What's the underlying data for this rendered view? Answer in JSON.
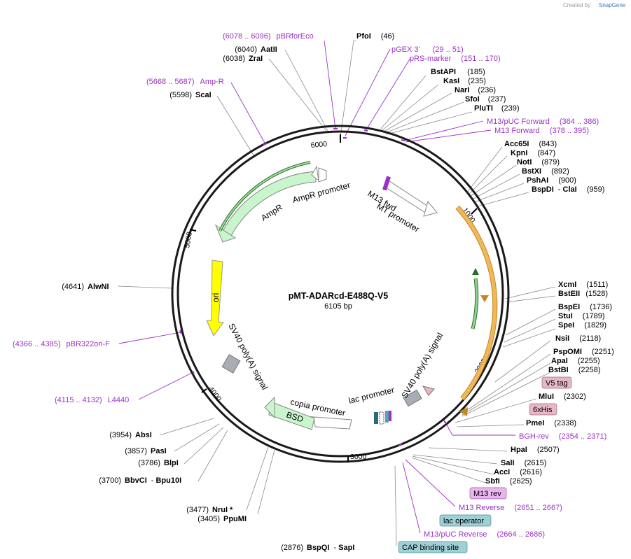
{
  "credit": {
    "created_by": "Created by",
    "brand": "SnapGene"
  },
  "map": {
    "name": "pMT-ADARcd-E488Q-V5",
    "length_label": "6105 bp",
    "ticks": [
      "6000",
      "1000",
      "2000",
      "3000",
      "4000",
      "5000"
    ]
  },
  "enzymes": [
    {
      "name": "PfoI",
      "pos": "(46)"
    },
    {
      "name": "BstAPI",
      "pos": "(185)"
    },
    {
      "name": "KasI",
      "pos": "(235)"
    },
    {
      "name": "NarI",
      "pos": "(236)"
    },
    {
      "name": "SfoI",
      "pos": "(237)"
    },
    {
      "name": "PluTI",
      "pos": "(239)"
    },
    {
      "name": "Acc65I",
      "pos": "(843)"
    },
    {
      "name": "KpnI",
      "pos": "(847)"
    },
    {
      "name": "NotI",
      "pos": "(879)"
    },
    {
      "name": "BstXI",
      "pos": "(892)"
    },
    {
      "name": "PshAI",
      "pos": "(900)"
    },
    {
      "name": "BspDI",
      "sep": "- ",
      "name2": "ClaI",
      "pos": "(959)"
    },
    {
      "name": "XcmI",
      "pos": "(1511)"
    },
    {
      "name": "BstEII",
      "pos": "(1528)"
    },
    {
      "name": "BspEI",
      "pos": "(1736)"
    },
    {
      "name": "StuI",
      "pos": "(1789)"
    },
    {
      "name": "SpeI",
      "pos": "(1829)"
    },
    {
      "name": "NsiI",
      "pos": "(2118)"
    },
    {
      "name": "PspOMI",
      "pos": "(2251)"
    },
    {
      "name": "ApaI",
      "pos": "(2255)"
    },
    {
      "name": "BstBI",
      "pos": "(2258)"
    },
    {
      "name": "MluI",
      "pos": "(2302)"
    },
    {
      "name": "PmeI",
      "pos": "(2338)"
    },
    {
      "name": "HpaI",
      "pos": "(2507)"
    },
    {
      "name": "SalI",
      "pos": "(2615)"
    },
    {
      "name": "AccI",
      "pos": "(2616)"
    },
    {
      "name": "SbfI",
      "pos": "(2625)"
    },
    {
      "name": "BspQI",
      "sep": "- ",
      "name2": "SapI",
      "pos": "(2876)"
    },
    {
      "name": "PpuMI",
      "pos": "(3405)"
    },
    {
      "name": "NruI *",
      "pos": "(3477)"
    },
    {
      "name": "BbvCI",
      "sep": "- ",
      "name2": "Bpu10I",
      "pos": "(3700)"
    },
    {
      "name": "BlpI",
      "pos": "(3786)"
    },
    {
      "name": "PasI",
      "pos": "(3857)"
    },
    {
      "name": "AbsI",
      "pos": "(3954)"
    },
    {
      "name": "AlwNI",
      "pos": "(4641)"
    },
    {
      "name": "ScaI",
      "pos": "(5598)"
    },
    {
      "name": "ZraI",
      "pos": "(6038)"
    },
    {
      "name": "AatII",
      "pos": "(6040)"
    }
  ],
  "primers": [
    {
      "name": "pBRforEco",
      "range": "(6078 .. 6096)"
    },
    {
      "name": "pGEX 3'",
      "range": "(29 .. 51)"
    },
    {
      "name": "pRS-marker",
      "range": "(151 .. 170)"
    },
    {
      "name": "M13/pUC Forward",
      "range": "(364 .. 386)"
    },
    {
      "name": "M13 Forward",
      "range": "(378 .. 395)"
    },
    {
      "name": "Amp-R",
      "range": "(5668 .. 5687)"
    },
    {
      "name": "pBR322ori-F",
      "range": "(4366 .. 4385)"
    },
    {
      "name": "L4440",
      "range": "(4115 .. 4132)"
    },
    {
      "name": "BGH-rev",
      "range": "(2354 .. 2371)"
    },
    {
      "name": "M13 Reverse",
      "range": "(2651 .. 2667)"
    },
    {
      "name": "M13/pUC Reverse",
      "range": "(2664 .. 2686)"
    }
  ],
  "boxed_features": [
    {
      "name": "V5 tag",
      "color": "#e6b7c6"
    },
    {
      "name": "6xHis",
      "color": "#e6b7c6"
    },
    {
      "name": "M13 rev",
      "color": "#e9b5ee"
    },
    {
      "name": "lac operator",
      "color": "#9fd0d6"
    },
    {
      "name": "CAP binding site",
      "color": "#9fd0d6"
    }
  ],
  "features": {
    "m13_fwd": "M13 fwd",
    "mt_promoter": "MT promoter",
    "ampr_promoter": "AmpR promoter",
    "ampr": "AmpR",
    "ori": "ori",
    "sv40_left": "SV40 poly(A) signal",
    "sv40_right": "SV40 poly(A) signal",
    "lac_promoter": "lac promoter",
    "copia_promoter": "copia promoter",
    "bsd": "BSD"
  },
  "colors": {
    "primer": "#9b30c9",
    "backbone": "#1a1a1a",
    "ampr_fill": "#c9f5cd",
    "ampr_stroke": "#2e8b2e",
    "ori_fill": "#ffff00",
    "orange_arc": "#f0b85a",
    "promoter_fill": "#ffffff",
    "polyA_fill": "#a8adb3"
  }
}
